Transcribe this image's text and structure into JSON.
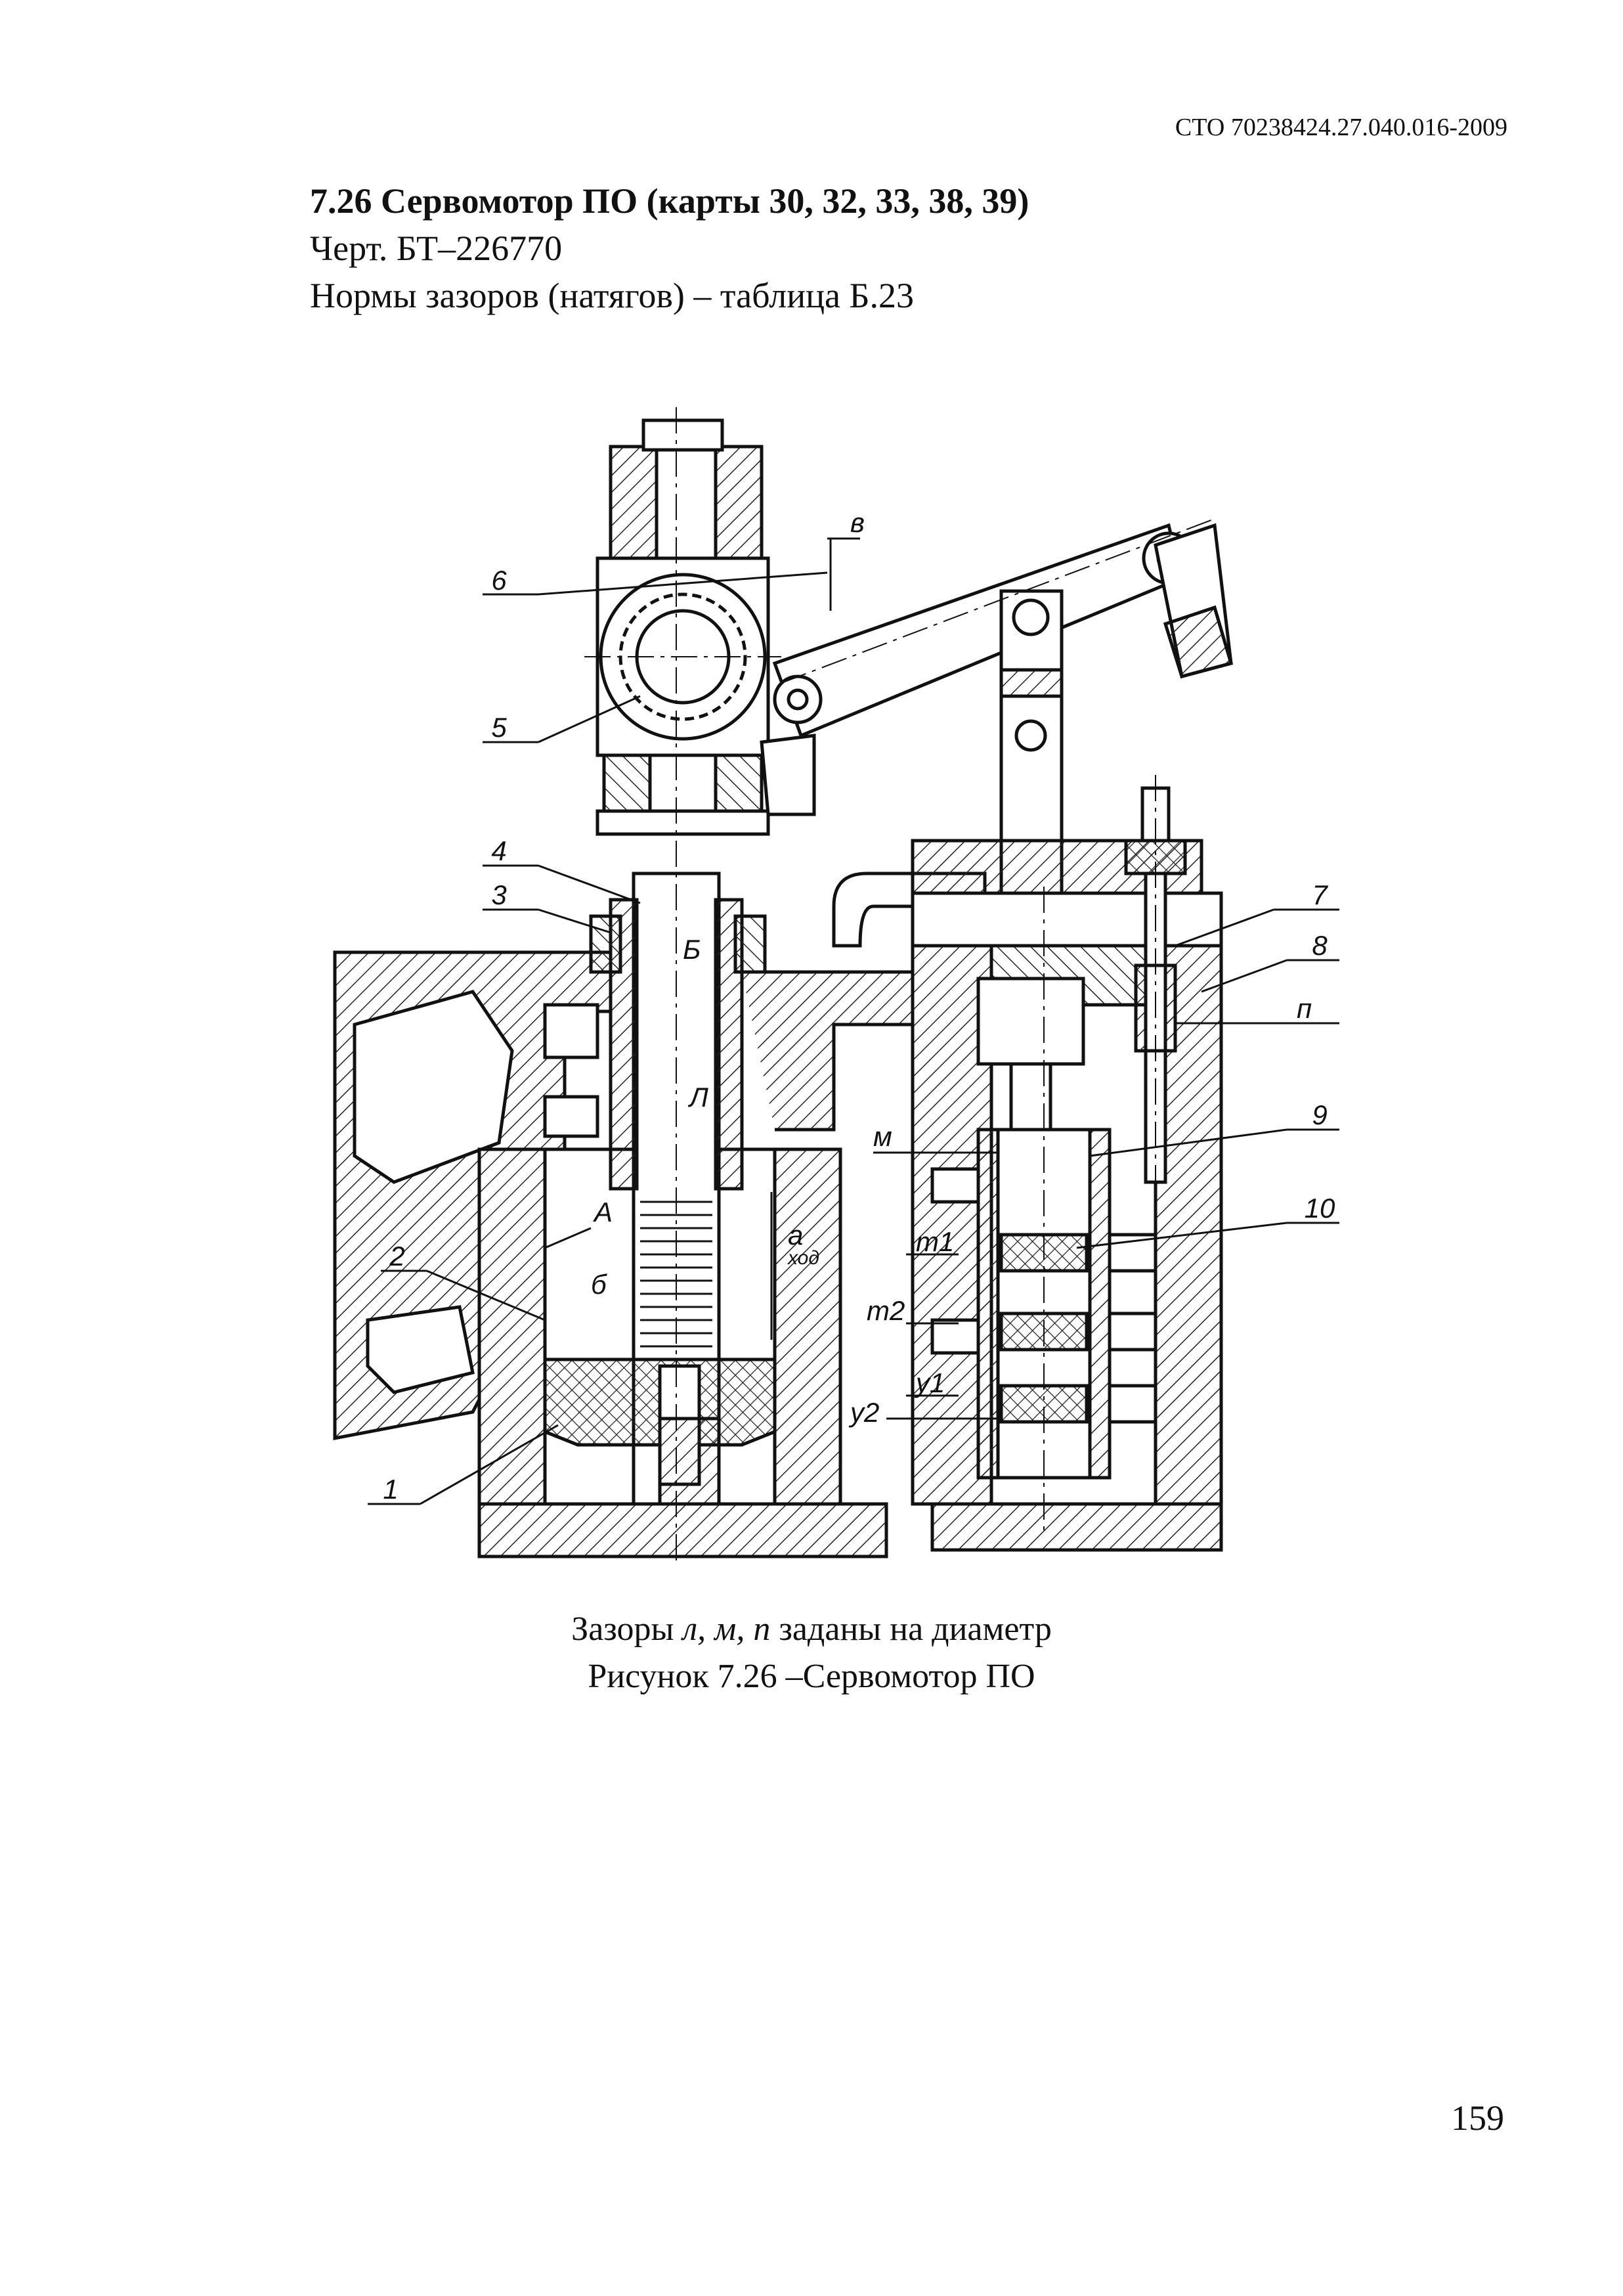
{
  "header": {
    "doc_code": "СТО 70238424.27.040.016-2009"
  },
  "section": {
    "title": "7.26 Сервомотор ПО (карты 30, 32, 33, 38, 39)",
    "drawing_ref": "Черт. БТ–226770",
    "clearance_ref": "Нормы зазоров (натягов) – таблица Б.23"
  },
  "figure": {
    "part_labels": [
      "1",
      "2",
      "3",
      "4",
      "5",
      "6",
      "7",
      "8",
      "9",
      "10"
    ],
    "clearance_labels": {
      "v": "в",
      "b_upper": "Б",
      "l": "Л",
      "a": "А",
      "b_lower": "б",
      "a_stroke": "a",
      "stroke_sub": "ход",
      "m": "м",
      "t1": "т1",
      "t2": "т2",
      "y1": "у1",
      "y2": "у2",
      "p": "п"
    },
    "caption_line1_prefix": "Зазоры ",
    "caption_line1_vars": "л, м, п",
    "caption_line1_suffix": " заданы на диаметр",
    "caption_line2": "Рисунок 7.26 –Сервомотор ПО"
  },
  "footer": {
    "page_number": "159"
  }
}
